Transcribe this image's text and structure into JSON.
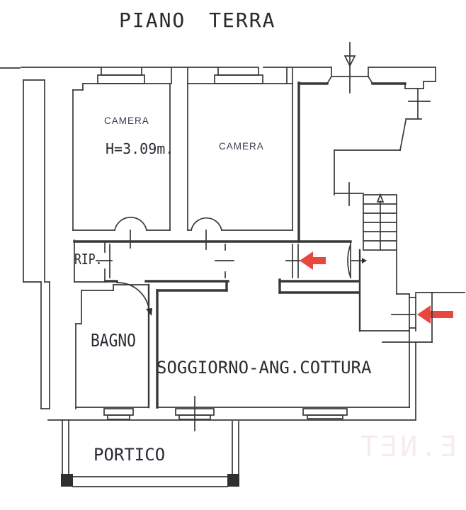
{
  "title": "PIANO TERRA",
  "rooms": {
    "camera1": {
      "label": "CAMERA",
      "height_note": "H=3.09m."
    },
    "camera2": {
      "label": "CAMERA"
    },
    "rip": {
      "label": "RIP."
    },
    "bagno": {
      "label": "BAGNO"
    },
    "soggiorno": {
      "label": "SOGGIORNO-ANG.COTTURA"
    },
    "portico": {
      "label": "PORTICO"
    }
  },
  "watermark": "E.NET",
  "colors": {
    "line": "#383838",
    "entry_arrow_red": "#e8473f",
    "room_label_blue": "#3b3b55",
    "cad_text": "#2b2b33",
    "watermark": "#f6ecec"
  },
  "icons": {
    "top_entrance": "down-arrow-icon",
    "side_entries": "red-left-arrow-icon",
    "stairs": "stairs-up-arrow-icon"
  }
}
